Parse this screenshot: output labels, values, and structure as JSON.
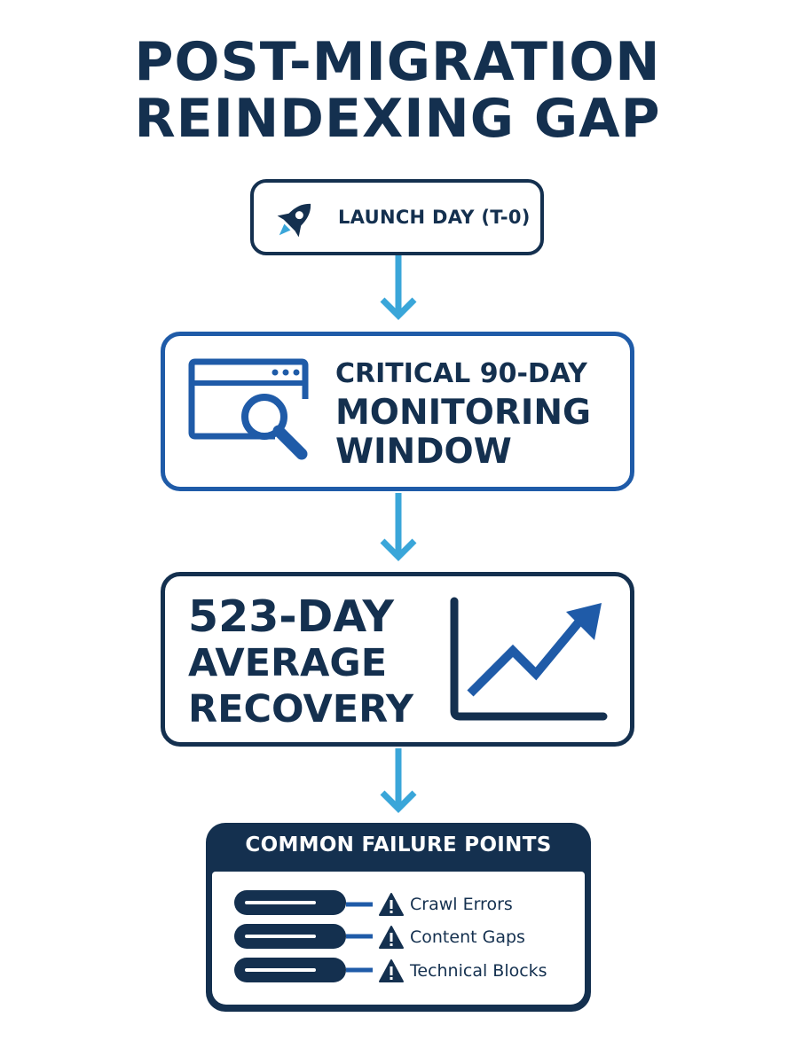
{
  "title": {
    "line1": "POST-MIGRATION",
    "line2": "REINDEXING GAP"
  },
  "launch": {
    "label": "LAUNCH DAY (T-0)",
    "icon": "rocket-icon"
  },
  "monitoring": {
    "line1": "CRITICAL 90-DAY",
    "line2": "MONITORING",
    "line3": "WINDOW",
    "icon": "browser-search-icon"
  },
  "recovery": {
    "line1": "523-DAY",
    "line2": "AVERAGE",
    "line3": "RECOVERY",
    "icon": "trend-up-chart-icon"
  },
  "failure_points": {
    "header": "COMMON FAILURE POINTS",
    "items": [
      {
        "label": "Crawl Errors",
        "icon": "warning-icon"
      },
      {
        "label": "Content Gaps",
        "icon": "warning-icon"
      },
      {
        "label": "Technical Blocks",
        "icon": "warning-icon"
      }
    ]
  },
  "colors": {
    "navy": "#14304f",
    "blue": "#1f5ba8",
    "arrow": "#3aa6d9"
  }
}
